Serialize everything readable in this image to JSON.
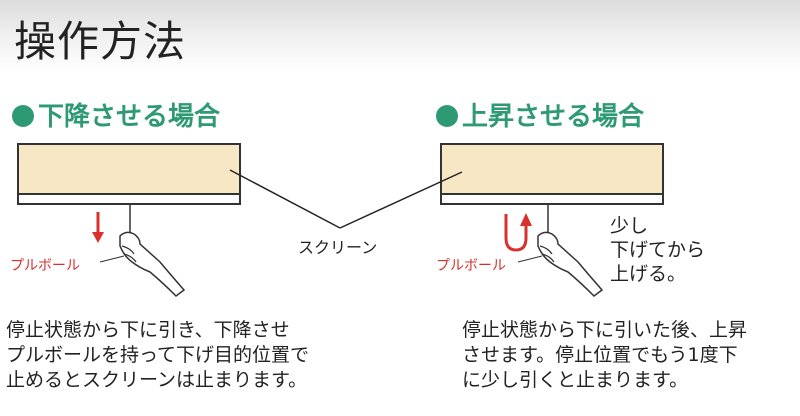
{
  "page_title": "操作方法",
  "left": {
    "title": "下降させる場合",
    "pull_label": "プルボール",
    "description": [
      "停止状態から下に引き、下降させ",
      "プルボールを持って下げ目的位置で",
      "止めるとスクリーンは止まります。"
    ]
  },
  "screen_label": "スクリーン",
  "right": {
    "title": "上昇させる場合",
    "pull_label": "プルボール",
    "note": [
      "少し",
      "下げてから",
      "上げる。"
    ],
    "description": [
      "停止状態から下に引いた後、上昇",
      "させます。停止位置でもう1度下",
      "に少し引くと止まります。"
    ]
  },
  "colors": {
    "accent": "#2e9a73",
    "screen": "#f7e7c4",
    "arrow": "#d9302c"
  }
}
